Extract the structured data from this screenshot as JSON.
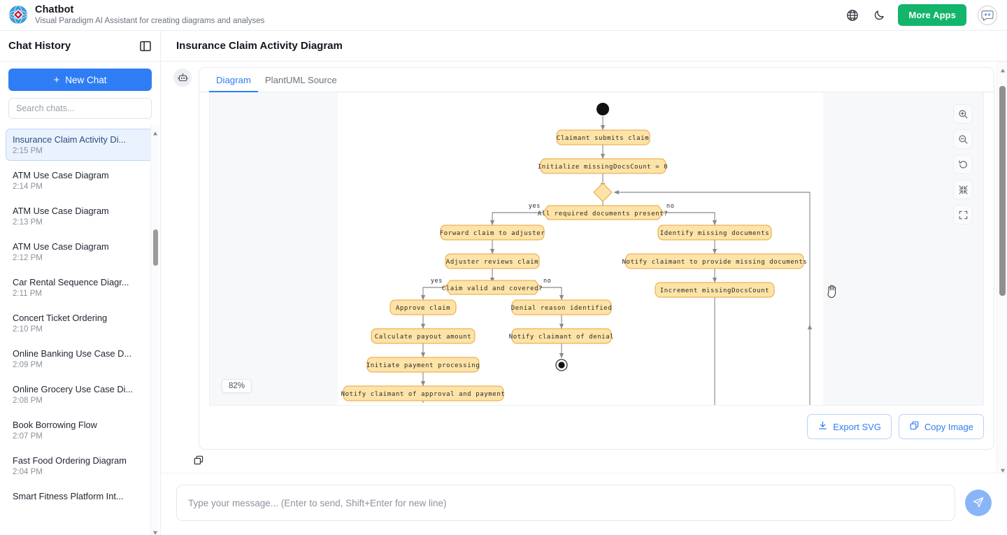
{
  "app": {
    "brand_title": "Chatbot",
    "brand_subtitle": "Visual Paradigm AI Assistant for creating diagrams and analyses",
    "more_apps_label": "More Apps",
    "logo_icon": "globe-diamond-logo",
    "language_icon": "globe-icon",
    "theme_icon": "moon-icon",
    "avatar_icon": "chatbot-avatar-icon"
  },
  "sidebar": {
    "title": "Chat History",
    "collapse_icon": "panel-collapse-icon",
    "new_chat_label": "New Chat",
    "new_chat_icon": "plus-icon",
    "search_placeholder": "Search chats...",
    "search_value": "",
    "items": [
      {
        "name": "Insurance Claim Activity Di...",
        "time": "2:15 PM",
        "active": true
      },
      {
        "name": "ATM Use Case Diagram",
        "time": "2:14 PM",
        "active": false
      },
      {
        "name": "ATM Use Case Diagram",
        "time": "2:13 PM",
        "active": false
      },
      {
        "name": "ATM Use Case Diagram",
        "time": "2:12 PM",
        "active": false
      },
      {
        "name": "Car Rental Sequence Diagr...",
        "time": "2:11 PM",
        "active": false
      },
      {
        "name": "Concert Ticket Ordering",
        "time": "2:10 PM",
        "active": false
      },
      {
        "name": "Online Banking Use Case D...",
        "time": "2:09 PM",
        "active": false
      },
      {
        "name": "Online Grocery Use Case Di...",
        "time": "2:08 PM",
        "active": false
      },
      {
        "name": "Book Borrowing Flow",
        "time": "2:07 PM",
        "active": false
      },
      {
        "name": "Fast Food Ordering Diagram",
        "time": "2:04 PM",
        "active": false
      },
      {
        "name": "Smart Fitness Platform Int...",
        "time": "",
        "active": false
      }
    ]
  },
  "main": {
    "title": "Insurance Claim Activity Diagram",
    "bot_avatar_icon": "robot-icon",
    "tabs": [
      {
        "label": "Diagram",
        "active": true
      },
      {
        "label": "PlantUML Source",
        "active": false
      }
    ],
    "zoom_level": "82%",
    "canvas_tools": [
      {
        "name": "zoom-in-icon"
      },
      {
        "name": "zoom-out-icon"
      },
      {
        "name": "reset-view-icon"
      },
      {
        "name": "fit-to-screen-icon"
      },
      {
        "name": "fullscreen-icon"
      }
    ],
    "actions": [
      {
        "label": "Export SVG",
        "icon": "download-icon"
      },
      {
        "label": "Copy Image",
        "icon": "copy-icon"
      }
    ],
    "copy_message_icon": "copy-icon",
    "cursor_icon": "grab-hand-cursor"
  },
  "composer": {
    "placeholder": "Type your message... (Enter to send, Shift+Enter for new line)",
    "value": "",
    "send_icon": "send-paper-plane-icon"
  },
  "colors": {
    "accent_blue": "#2f7df4",
    "brand_green": "#13b56a",
    "node_fill": "#fde3a7",
    "node_stroke": "#e8a33d",
    "edge": "#8a8a8a"
  },
  "diagram": {
    "type": "activity-diagram",
    "title": "Insurance Claim Activity Diagram",
    "nodes": [
      {
        "id": "start",
        "kind": "initial",
        "label": ""
      },
      {
        "id": "n1",
        "kind": "action",
        "label": "Claimant submits claim"
      },
      {
        "id": "n2",
        "kind": "action",
        "label": "Initialize missingDocsCount = 0"
      },
      {
        "id": "merge",
        "kind": "merge",
        "label": ""
      },
      {
        "id": "d1",
        "kind": "decision",
        "label": "All required documents present?"
      },
      {
        "id": "n3",
        "kind": "action",
        "label": "Forward claim to adjuster"
      },
      {
        "id": "n4",
        "kind": "action",
        "label": "Adjuster reviews claim"
      },
      {
        "id": "d2",
        "kind": "decision",
        "label": "Claim valid and covered?"
      },
      {
        "id": "n5",
        "kind": "action",
        "label": "Approve claim"
      },
      {
        "id": "n6",
        "kind": "action",
        "label": "Calculate payout amount"
      },
      {
        "id": "n7",
        "kind": "action",
        "label": "Initiate payment processing"
      },
      {
        "id": "n8",
        "kind": "action",
        "label": "Notify claimant of approval and payment"
      },
      {
        "id": "n9",
        "kind": "action",
        "label": "Denial reason identified"
      },
      {
        "id": "n10",
        "kind": "action",
        "label": "Notify claimant of denial"
      },
      {
        "id": "end1",
        "kind": "final",
        "label": ""
      },
      {
        "id": "n11",
        "kind": "action",
        "label": "Identify missing documents"
      },
      {
        "id": "n12",
        "kind": "action",
        "label": "Notify claimant to provide missing documents"
      },
      {
        "id": "n13",
        "kind": "action",
        "label": "Increment missingDocsCount"
      }
    ],
    "guards": [
      {
        "from": "d1",
        "to": "n3",
        "label": "yes"
      },
      {
        "from": "d1",
        "to": "n11",
        "label": "no"
      },
      {
        "from": "d2",
        "to": "n5",
        "label": "yes"
      },
      {
        "from": "d2",
        "to": "n9",
        "label": "no"
      }
    ]
  }
}
